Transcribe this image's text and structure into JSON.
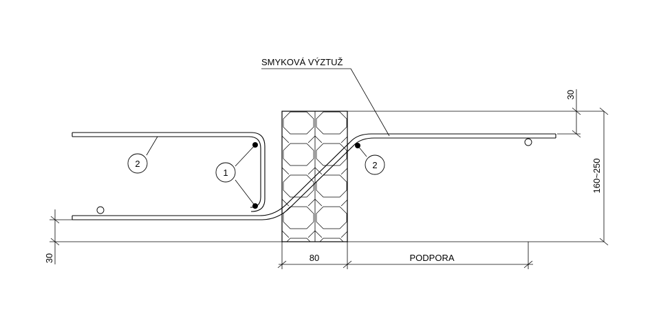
{
  "labels": {
    "shear_reinforcement": "SMYKOVÁ VÝZTUŽ",
    "support": "PODPORA"
  },
  "dimensions": {
    "top_cover": "30",
    "bottom_cover": "30",
    "thickness": "160~250",
    "wall_width": "80"
  },
  "markers": {
    "m1": "1",
    "m2_left": "2",
    "m2_right": "2"
  }
}
